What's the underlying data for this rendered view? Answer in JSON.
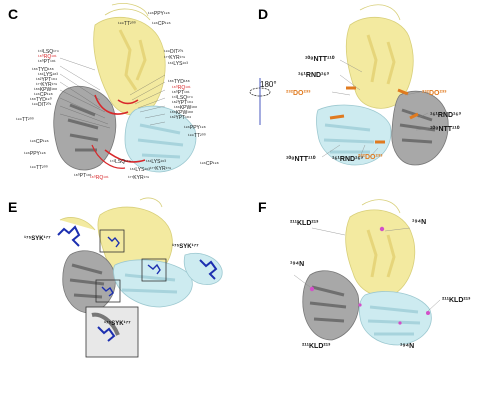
{
  "panels": {
    "C": {
      "letter": "C",
      "labels": {
        "pppy_top": "¹⁹⁶PPY¹⁹⁸",
        "tt_top": "¹⁹⁹TT²⁰⁰",
        "cp_top": "¹⁹⁶CP¹⁹⁶",
        "dit_top": "¹⁹⁹DIT²⁰¹",
        "kyr_top": "¹⁷⁷KYR¹⁷⁹",
        "lys_top": "¹⁶¹LYS¹⁶³",
        "lsq": "¹⁷²LSQ¹⁷⁴",
        "rq1": "¹⁸⁰RQ¹⁸¹",
        "pt": "¹⁸⁰PT¹⁸¹",
        "tyd": "¹⁸⁶TYD¹⁸⁸",
        "lys_l": "¹⁸¹LYS¹⁸³",
        "ypt": "¹⁸²YPT¹⁸⁴",
        "kyr_l": "¹⁷⁷KYR¹⁷⁹",
        "kpw": "¹⁸⁶KPW¹⁸⁸",
        "cp_l": "¹⁹⁶CP¹⁹⁸",
        "tyd_l": "¹⁸⁸TYD¹⁹⁰",
        "dit_l": "¹⁹⁹DIT²⁰¹",
        "tt_l": "¹⁹⁹TT²⁰⁰",
        "pppy_l": "¹⁹⁶PPY¹⁹⁸",
        "cp_l2": "¹⁹⁶CP¹⁹⁶",
        "tt_l2": "¹⁹⁹TT²⁰⁰",
        "lsq_b": "¹⁷²LSQ¹⁷⁴",
        "pt_b": "¹⁸⁰PT¹⁸¹",
        "rq_b": "¹⁸⁰RQ¹⁸¹",
        "lys_b": "¹⁶¹LYS¹⁶³",
        "kyr_b": "¹⁷⁷KYR¹⁷⁹",
        "tyd_r": "¹⁸⁶TYD¹⁸⁸",
        "rq_r": "¹⁸⁰RQ¹⁸¹",
        "pt_r": "¹⁸⁰PT¹⁸¹",
        "lsq_r": "¹⁷²LSQ¹⁷⁴",
        "ypt_r": "¹⁸²YPT¹⁸⁴",
        "kpw_r": "¹⁸⁶KPW¹⁸⁸",
        "kpw_r2": "¹⁸⁶KPW¹⁸⁸",
        "ypt_r2": "¹⁸²YPT¹⁸⁴",
        "pppy_r": "¹⁹⁶PPY¹⁹⁸",
        "tt_r": "¹⁹⁹TT²⁰⁰",
        "cp_r": "¹⁹⁶CP¹⁹⁸",
        "lys_br": "¹⁶¹LYS¹⁶³",
        "kyr_br": "¹⁷⁷KYR¹⁷⁹"
      }
    },
    "D": {
      "letter": "D",
      "rotation": "180°",
      "labels": {
        "ntt_top": "¹⁰⁸NTT¹¹⁰",
        "rnd_top": "¹⁶¹RND¹⁶³",
        "do_left": "²³²DO²³³",
        "do_right": "²³²DO²³³",
        "rnd_right": "¹⁶¹RND¹⁶³",
        "ntt_right": "¹⁰⁸NTT¹¹⁰",
        "ntt_bot": "¹⁰⁸NTT¹¹⁰",
        "rnd_bot": "¹⁶¹RND¹⁶³",
        "do_bot": "²³²DO²³³"
      }
    },
    "E": {
      "letter": "E",
      "labels": {
        "syk_left": "¹⁷⁵SYK¹⁷⁷",
        "syk_right": "¹⁷⁵SYK¹⁷⁷",
        "syk_inset": "¹⁷⁵SYK¹⁷⁷"
      }
    },
    "F": {
      "letter": "F",
      "labels": {
        "kld_top": "²¹¹KLD²¹³",
        "n_top": "¹⁹⁴N",
        "n_left": "¹⁹⁴N",
        "kld_right": "²¹¹KLD²¹³",
        "kld_bot": "²¹¹KLD²¹³",
        "n_bot": "¹⁹⁴N"
      }
    }
  },
  "colors": {
    "yellow": "#f3eaa0",
    "grey": "#9b9b9b",
    "cyan": "#cdebf0",
    "red": "#d8282b",
    "orange": "#e07a1f",
    "blue": "#1c2fb0",
    "magenta": "#d24fc8"
  }
}
